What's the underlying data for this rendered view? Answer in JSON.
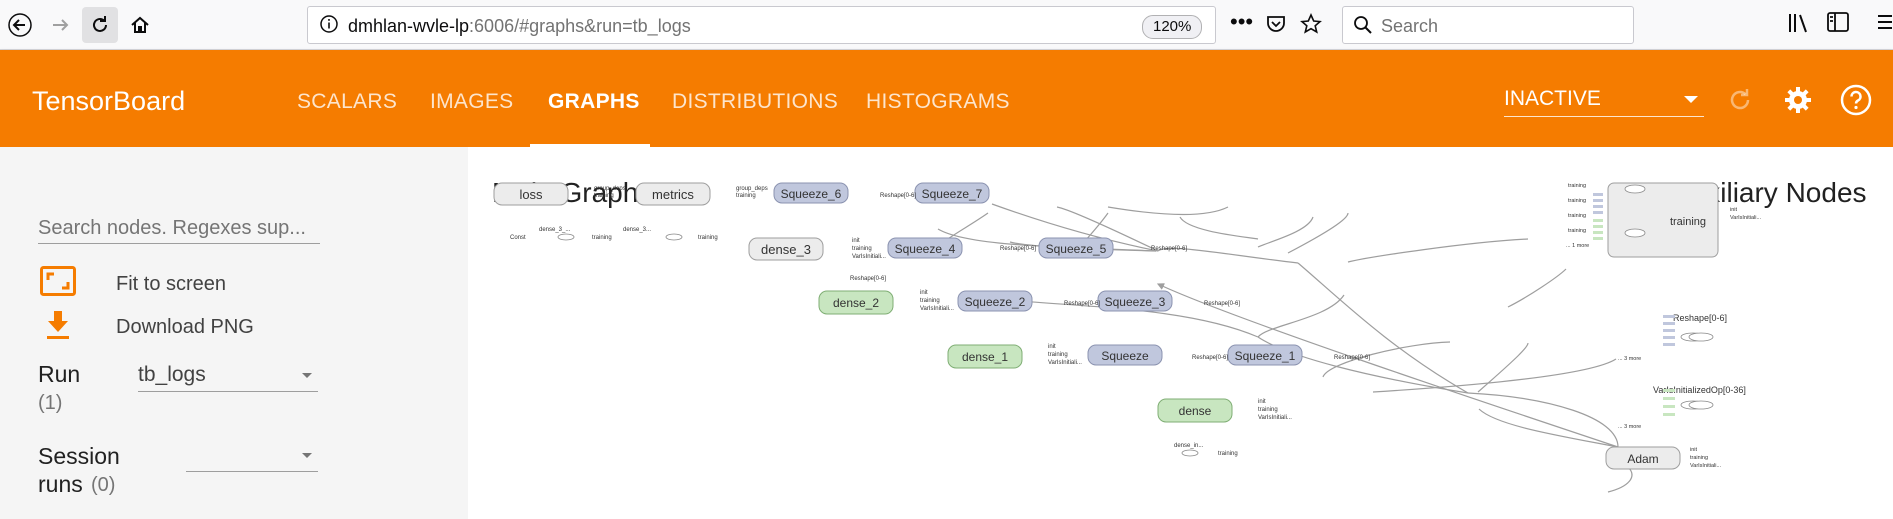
{
  "browser": {
    "url_host": "dmhlan-wvle-lp",
    "url_rest": ":6006/#graphs&run=tb_logs",
    "zoom": "120%",
    "search_placeholder": "Search"
  },
  "header": {
    "title": "TensorBoard",
    "tabs": [
      {
        "label": "SCALARS"
      },
      {
        "label": "IMAGES"
      },
      {
        "label": "GRAPHS"
      },
      {
        "label": "DISTRIBUTIONS"
      },
      {
        "label": "HISTOGRAMS"
      }
    ],
    "status": "INACTIVE",
    "accent": "#f57c00"
  },
  "sidebar": {
    "search_placeholder": "Search nodes. Regexes sup...",
    "fit_label": "Fit to screen",
    "download_label": "Download PNG",
    "run_label": "Run",
    "run_count": "(1)",
    "run_value": "tb_logs",
    "session_label_1": "Session",
    "session_label_2": "runs",
    "session_count": "(0)"
  },
  "graph": {
    "main_title": "Main Graph",
    "aux_title": "Auxiliary Nodes",
    "nodes": {
      "loss": "loss",
      "metrics": "metrics",
      "squeeze6": "Squeeze_6",
      "squeeze7": "Squeeze_7",
      "dense3": "dense_3",
      "squeeze4": "Squeeze_4",
      "squeeze5": "Squeeze_5",
      "dense2": "dense_2",
      "squeeze2": "Squeeze_2",
      "squeeze3": "Squeeze_3",
      "dense1": "dense_1",
      "squeeze": "Squeeze",
      "squeeze1": "Squeeze_1",
      "dense": "dense",
      "training": "training",
      "reshape": "Reshape[0-6]",
      "var_init": "VarIsInitializedOp[0-36]",
      "adam": "Adam"
    },
    "small_labels": {
      "group_deps": "group_deps",
      "training": "training",
      "reshape": "Reshape[0-6]",
      "init": "init",
      "var_init": "VarIsInitiali...",
      "const": "Const",
      "dense3_a": "dense_3_...",
      "dense3_b": "dense_3...",
      "dense_in": "dense_in...",
      "more1": "... 1 more",
      "more3a": "... 3 more",
      "more3b": "... 3 more"
    },
    "colors": {
      "gray_node": "#ececec",
      "blue_node": "#c0c7dd",
      "green_node": "#c8e6c0",
      "edge": "#9e9e9e"
    }
  }
}
